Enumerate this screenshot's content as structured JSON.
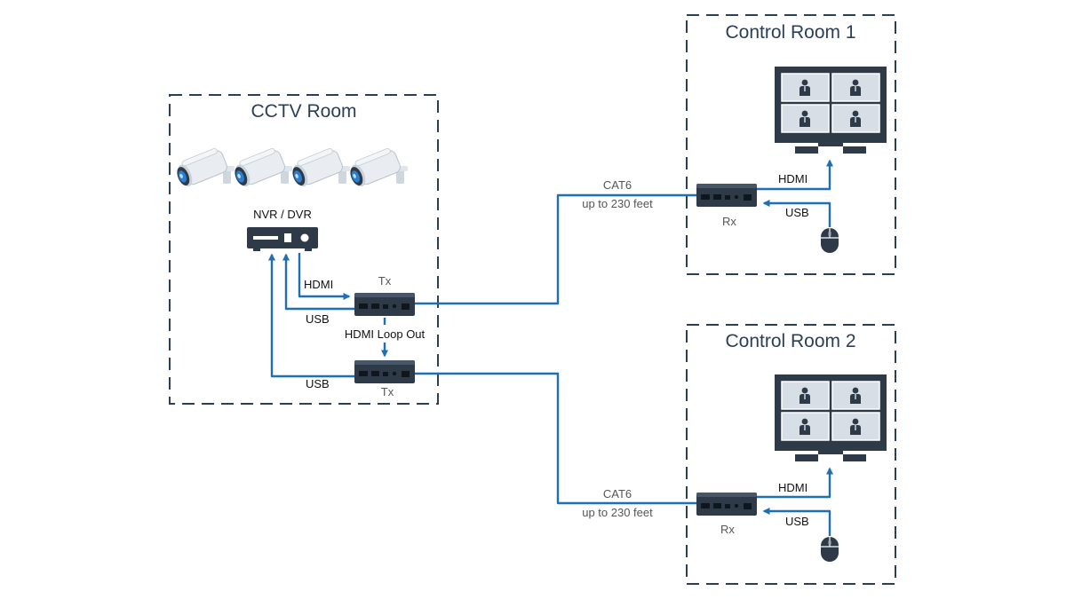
{
  "rooms": {
    "cctv": {
      "title": "CCTV Room"
    },
    "control1": {
      "title": "Control Room 1"
    },
    "control2": {
      "title": "Control Room 2"
    }
  },
  "devices": {
    "nvr_label": "NVR / DVR",
    "tx_label": "Tx",
    "rx_label": "Rx"
  },
  "cctv_links": {
    "hdmi": "HDMI",
    "usb_top": "USB",
    "loop_out": "HDMI Loop Out",
    "usb_bottom": "USB"
  },
  "link1": {
    "cable": "CAT6",
    "distance": "up to 230 feet"
  },
  "link2": {
    "cable": "CAT6",
    "distance": "up to 230 feet"
  },
  "control1_links": {
    "hdmi": "HDMI",
    "usb": "USB"
  },
  "control2_links": {
    "hdmi": "HDMI",
    "usb": "USB"
  },
  "colors": {
    "line": "#1f6fb5",
    "border": "#2b3f57",
    "device": "#2e3a48"
  }
}
